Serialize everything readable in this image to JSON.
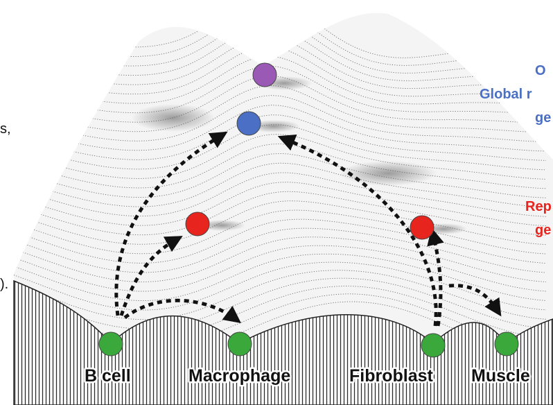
{
  "figure": {
    "labels": {
      "b_cell": "B cell",
      "macrophage": "Macrophage",
      "fibroblast": "Fibroblast",
      "muscle": "Muscle"
    },
    "right_text": {
      "line1": "O",
      "line2": "Global r",
      "line3": "ge",
      "line4": "Rep",
      "line5": "ge"
    },
    "left_text": {
      "fragment1": "s,",
      "fragment2": ")."
    },
    "colors": {
      "top_node": "#9b59b6",
      "progenitor_node": "#4a6fc4",
      "intermediate_node": "#e8241e",
      "differentiated_node": "#3aa83a",
      "blue_text": "#4a6fc4",
      "red_text": "#e8241e",
      "arrow": "#111111"
    }
  }
}
